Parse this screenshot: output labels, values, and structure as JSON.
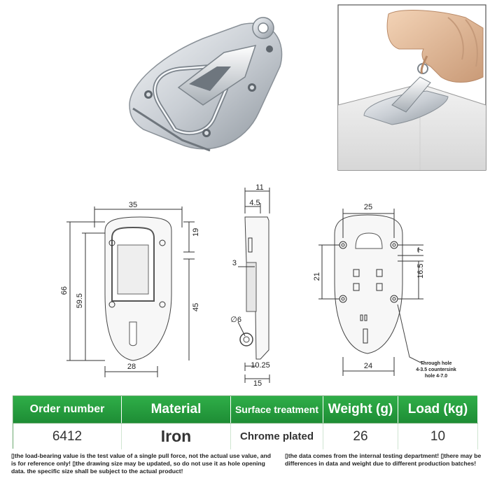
{
  "drawing": {
    "front_dims": {
      "width": "35",
      "height_total": "66",
      "height_inner": "59.5",
      "top_offset": "19",
      "lower_len": "45",
      "bottom_width": "28"
    },
    "side_dims": {
      "top_w": "11",
      "top_inner": "4.5",
      "thickness": "3",
      "ring_d": "∅6",
      "bottom_inner": "10.25",
      "bottom_w": "15"
    },
    "back_dims": {
      "hole_spacing": "25",
      "top_offset": "7",
      "height": "21",
      "mid_len": "16.5",
      "bottom_w": "24"
    },
    "hole_note": [
      "Through hole",
      "4-3.5 countersink",
      "hole 4-7.0"
    ]
  },
  "table": {
    "headers": [
      "Order number",
      "Material",
      "Surface treatment",
      "Weight (g)",
      "Load (kg)"
    ],
    "values": [
      "6412",
      "Iron",
      "Chrome plated",
      "26",
      "10"
    ]
  },
  "footnotes": {
    "left": "▯the load-bearing value is the test value of a single pull force, not the actual use value, and is for reference only! ▯the drawing size may be updated, so do not use it as hole opening data. the specific size shall be subject to the actual product!",
    "right": "▯the data comes from the internal testing department! ▯there may be differences in data and weight due to different production batches!"
  },
  "colors": {
    "header_green": "#2fae48",
    "metal_light": "#e9ecef",
    "metal_dark": "#9aa1a8"
  }
}
